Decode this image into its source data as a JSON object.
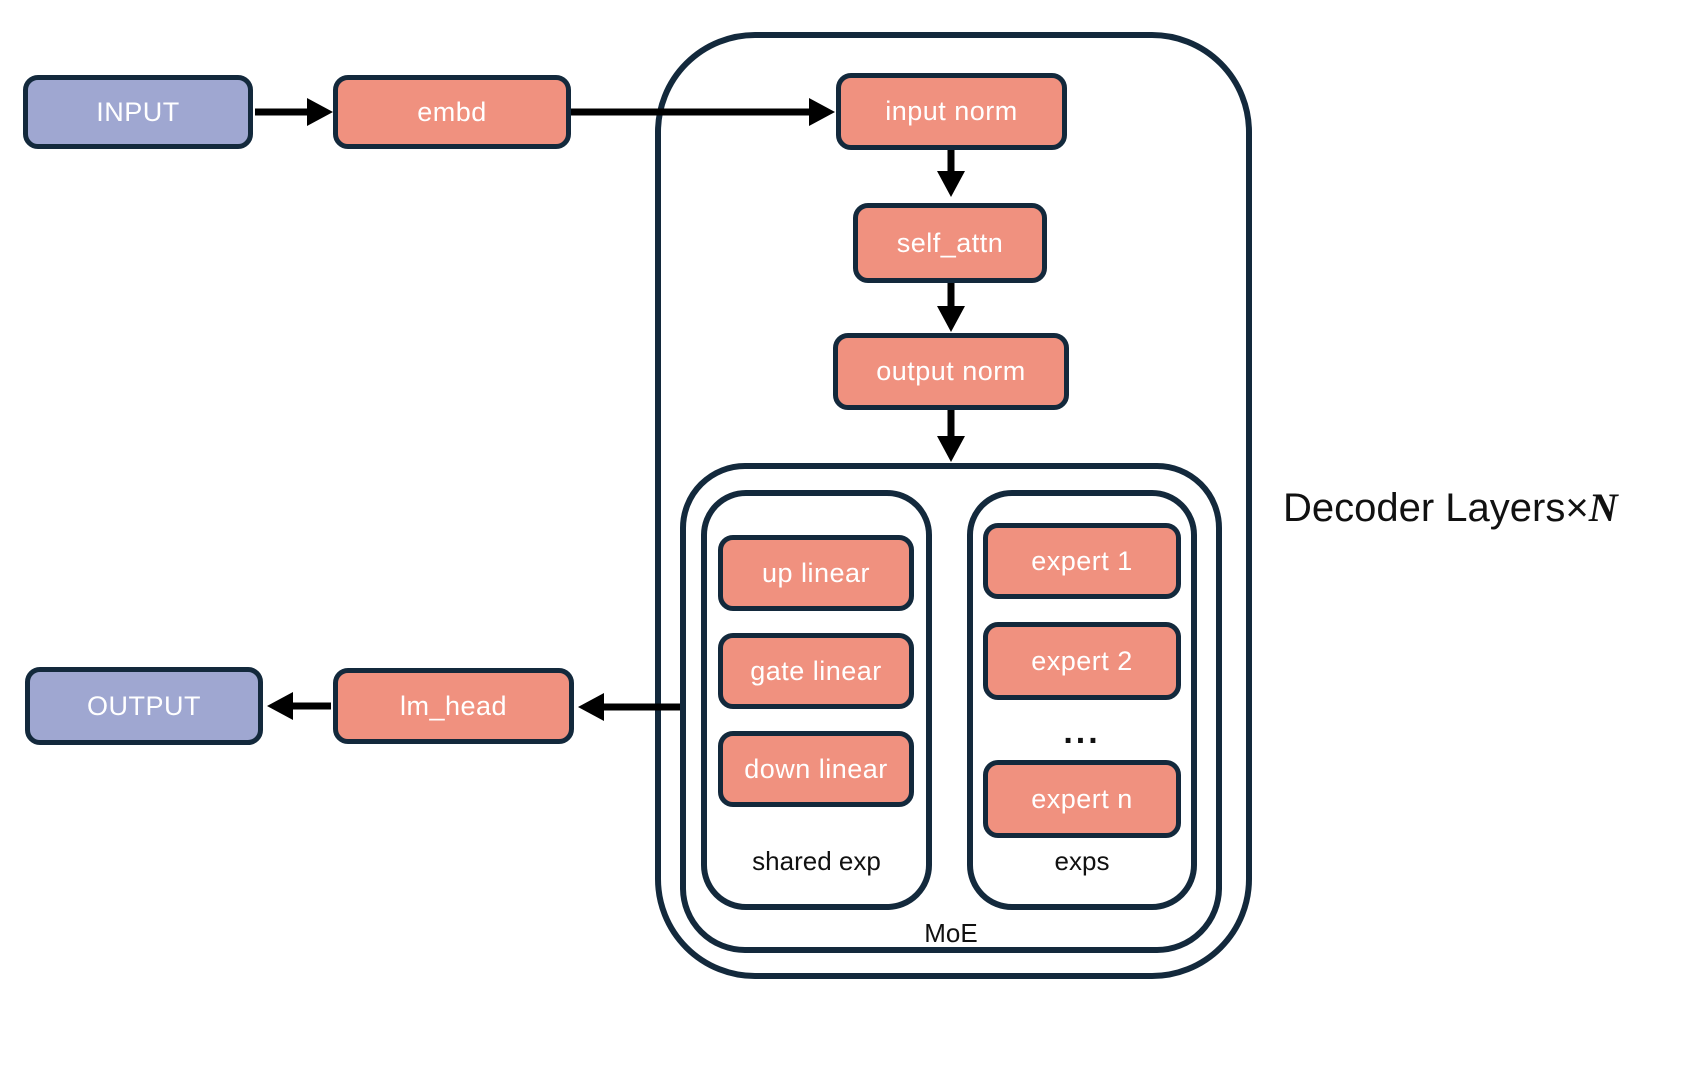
{
  "nodes": {
    "input": {
      "label": "INPUT"
    },
    "embd": {
      "label": "embd"
    },
    "input_norm": {
      "label": "input norm"
    },
    "self_attn": {
      "label": "self_attn"
    },
    "output_norm": {
      "label": "output norm"
    },
    "up_linear": {
      "label": "up linear"
    },
    "gate_linear": {
      "label": "gate linear"
    },
    "down_linear": {
      "label": "down linear"
    },
    "expert_1": {
      "label": "expert 1"
    },
    "expert_2": {
      "label": "expert 2"
    },
    "expert_n": {
      "label": "expert n"
    },
    "lm_head": {
      "label": "lm_head"
    },
    "output": {
      "label": "OUTPUT"
    }
  },
  "groups": {
    "shared_exp": "shared exp",
    "exps": "exps",
    "moe": "MoE"
  },
  "annotations": {
    "decoder_layers": "Decoder Layers",
    "times_symbol": "×",
    "layer_count": "N",
    "ellipsis": "..."
  },
  "colors": {
    "salmon_fill": "#F0917F",
    "purple_fill": "#9FA7D1",
    "outline_navy": "#13293C",
    "arrow_black": "#000000",
    "label_black": "#111111"
  }
}
